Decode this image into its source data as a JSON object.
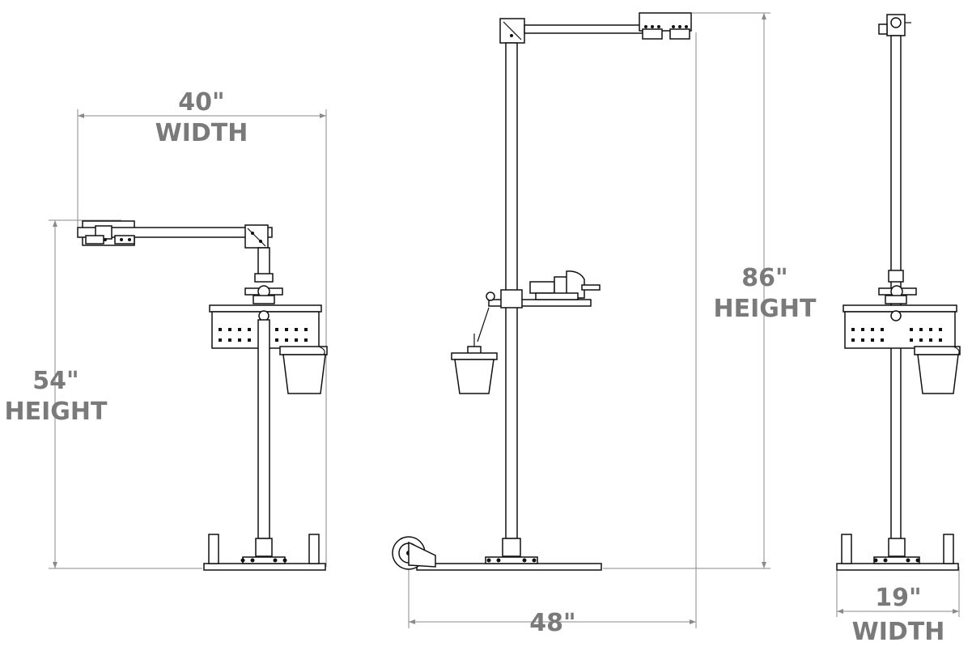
{
  "views": [
    {
      "name": "side-view",
      "dimensions": [
        {
          "value": "40\"",
          "label": "WIDTH"
        },
        {
          "value": "54\"",
          "label": "HEIGHT"
        }
      ]
    },
    {
      "name": "front-view",
      "dimensions": [
        {
          "value": "86\"",
          "label": "HEIGHT"
        },
        {
          "value": "48\"",
          "label": ""
        }
      ]
    },
    {
      "name": "end-view",
      "dimensions": [
        {
          "value": "19\"",
          "label": "WIDTH"
        }
      ]
    }
  ]
}
